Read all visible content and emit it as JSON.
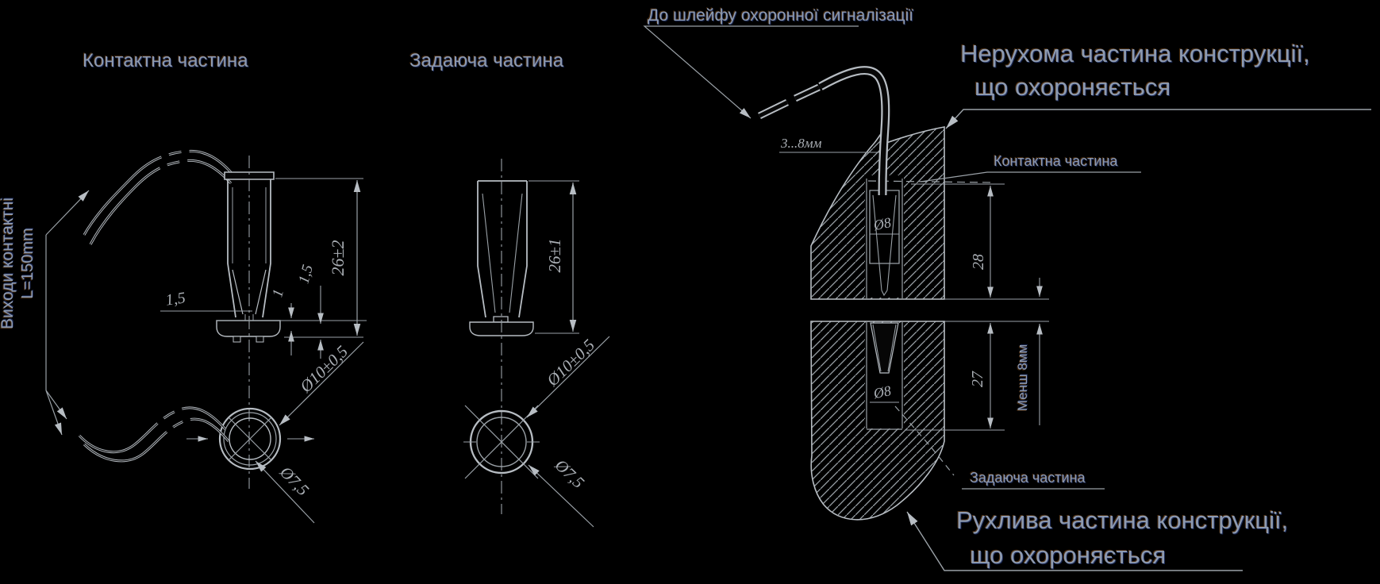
{
  "colors": {
    "background": "#000000",
    "line": "#b7bdc3",
    "label_text": "#8d9ab0",
    "dim_text": "#aaafb5"
  },
  "labels": {
    "contact_title": "Контактна частина",
    "magnet_title": "Задаюча частина",
    "leads_line1": "Виходи контактні",
    "leads_line2": "L=150mm",
    "loop_callout": "До шлейфу охоронної сигналізації",
    "fixed_line1": "Нерухома частина конструкції,",
    "fixed_line2": "що охороняється",
    "contact_callout": "Контактна частина",
    "magnet_callout": "Задаюча частина",
    "gap_limit": "Менш 8мм",
    "movable_line1": "Рухлива частина конструкції,",
    "movable_line2": "що охороняється"
  },
  "dims": {
    "contact_height": "26±2",
    "magnet_height": "26±1",
    "flange_lip": "1,5",
    "lip_step_a": "1",
    "lip_step_b": "1,5",
    "contact_outer_dia": "Ø10±0,5",
    "contact_body_dia": "Ø7,5",
    "magnet_outer_dia": "Ø10±0,5",
    "magnet_body_dia": "Ø7,5",
    "cable_free_length": "3...8мм",
    "top_hole_dia": "Ø8",
    "bottom_hole_dia": "Ø8",
    "top_hole_depth": "28",
    "bottom_hole_depth": "27"
  }
}
